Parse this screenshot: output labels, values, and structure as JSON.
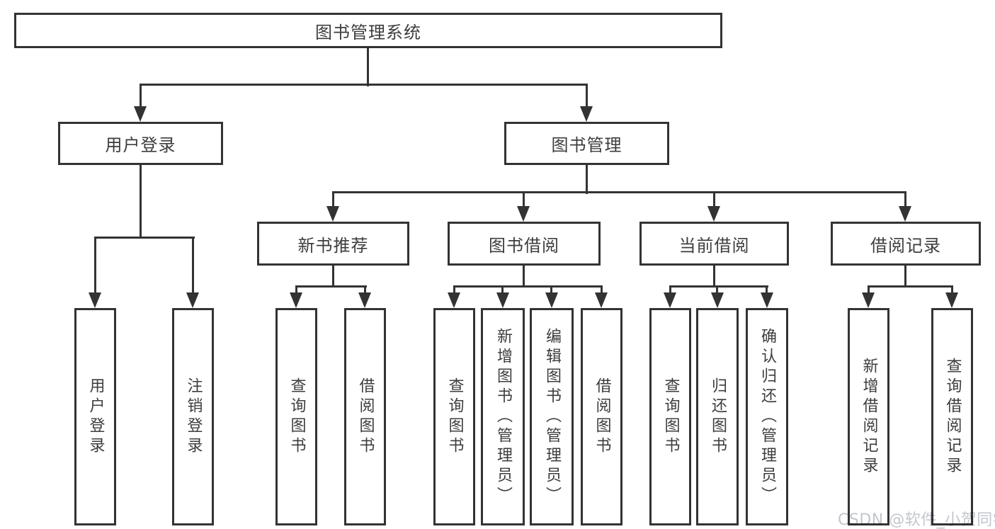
{
  "tree": {
    "label": "图书管理系统",
    "children": [
      {
        "label": "用户登录",
        "children": [
          {
            "label": "用户登录"
          },
          {
            "label": "注销登录"
          }
        ]
      },
      {
        "label": "图书管理",
        "children": [
          {
            "label": "新书推荐",
            "children": [
              {
                "label": "查询图书"
              },
              {
                "label": "借阅图书"
              }
            ]
          },
          {
            "label": "图书借阅",
            "children": [
              {
                "label": "查询图书"
              },
              {
                "label": "新增图书（管理员）"
              },
              {
                "label": "编辑图书（管理员）"
              },
              {
                "label": "借阅图书"
              }
            ]
          },
          {
            "label": "当前借阅",
            "children": [
              {
                "label": "查询图书"
              },
              {
                "label": "归还图书"
              },
              {
                "label": "确认归还（管理员）"
              }
            ]
          },
          {
            "label": "借阅记录",
            "children": [
              {
                "label": "新增借阅记录"
              },
              {
                "label": "查询借阅记录"
              }
            ]
          }
        ]
      }
    ]
  },
  "watermark": {
    "text": "CSDN @软件_小贺同学"
  },
  "colors": {
    "line": "#333333",
    "text": "#3d3d3d",
    "watermark": "#c3c6ce",
    "background": "#ffffff"
  }
}
